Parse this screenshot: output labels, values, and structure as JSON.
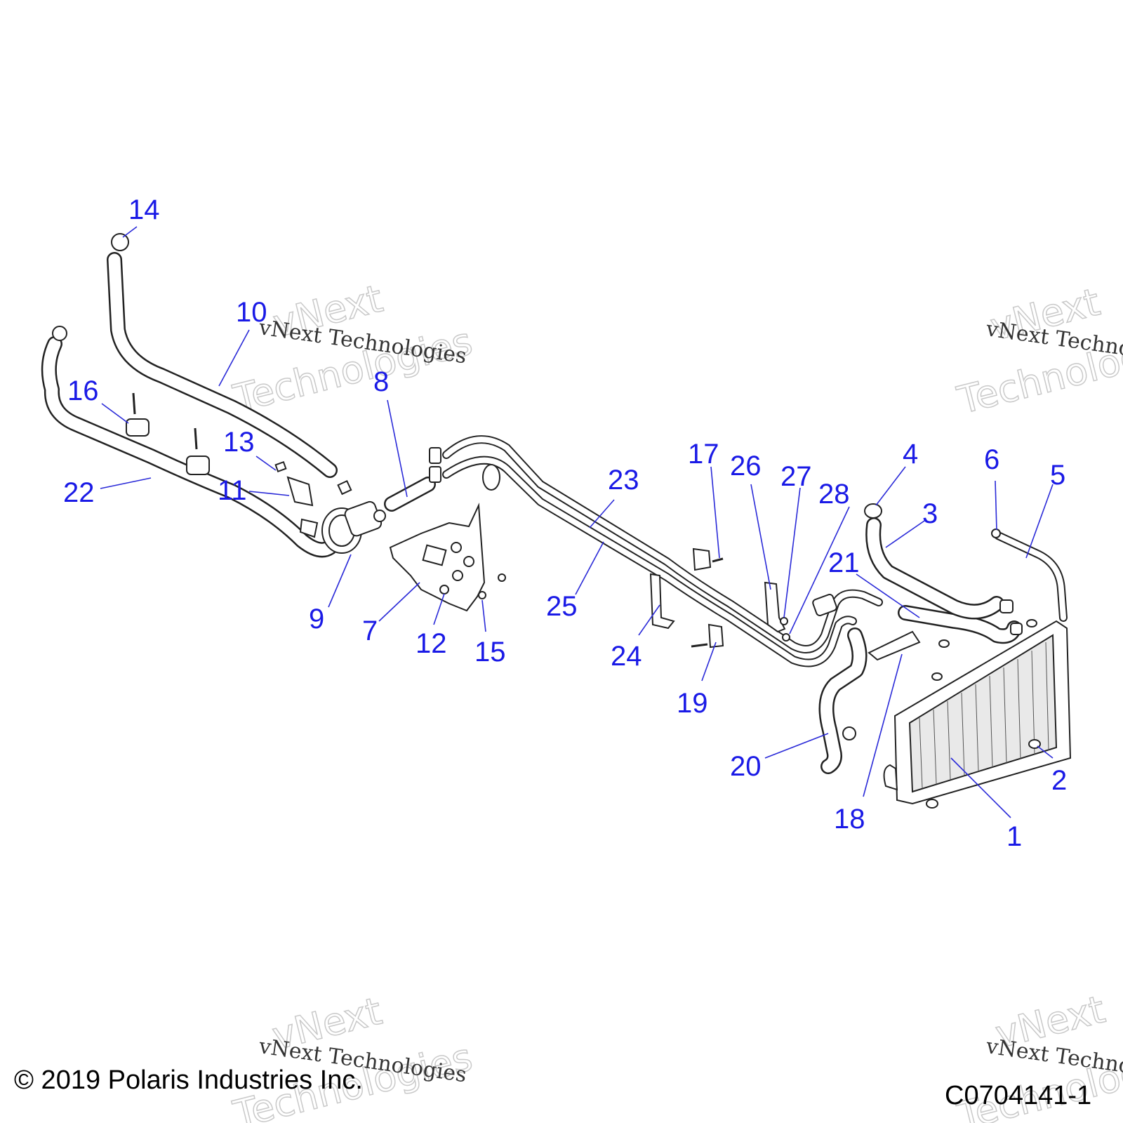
{
  "diagram": {
    "callouts": [
      "1",
      "2",
      "3",
      "4",
      "5",
      "6",
      "7",
      "8",
      "9",
      "10",
      "11",
      "12",
      "13",
      "14",
      "15",
      "16",
      "17",
      "18",
      "19",
      "20",
      "21",
      "22",
      "23",
      "24",
      "25",
      "26",
      "27",
      "28"
    ],
    "watermark": {
      "line": "vNext Technologies",
      "word1": "vNext",
      "word2": "Technologies"
    },
    "colors": {
      "callout": "#1a1ae6",
      "leader": "#2a2ad8",
      "line_art": "#222222",
      "watermark_outline": "#c9c9c9"
    }
  },
  "footer": {
    "copyright": "© 2019 Polaris Industries Inc.",
    "drawing_number": "C0704141-1"
  }
}
